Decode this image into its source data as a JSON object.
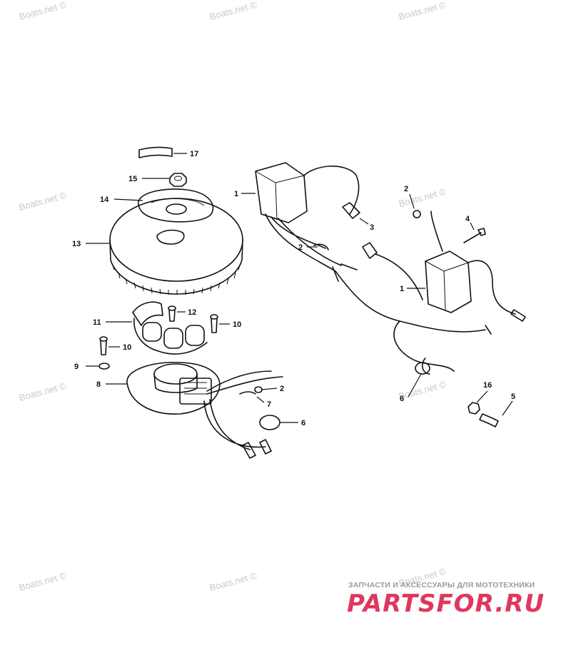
{
  "watermarks": [
    "Boats.net ©",
    "Boats.net ©",
    "Boats.net ©",
    "Boats.net ©",
    "Boats.net ©",
    "Boats.net ©",
    "Boats.net ©",
    "Boats.net ©",
    "Boats.net ©",
    "Boats.net ©"
  ],
  "callouts": [
    "17",
    "15",
    "14",
    "13",
    "11",
    "12",
    "10",
    "10",
    "9",
    "8",
    "1",
    "2",
    "3",
    "1",
    "2",
    "4",
    "2",
    "7",
    "6",
    "6",
    "16",
    "5"
  ],
  "brand": {
    "tagline": "ЗАПЧАСТИ И АКСЕССУАРЫ ДЛЯ МОТОТЕХНИКИ",
    "logo": "PARTSFOR.RU",
    "color": "#e0375e"
  }
}
